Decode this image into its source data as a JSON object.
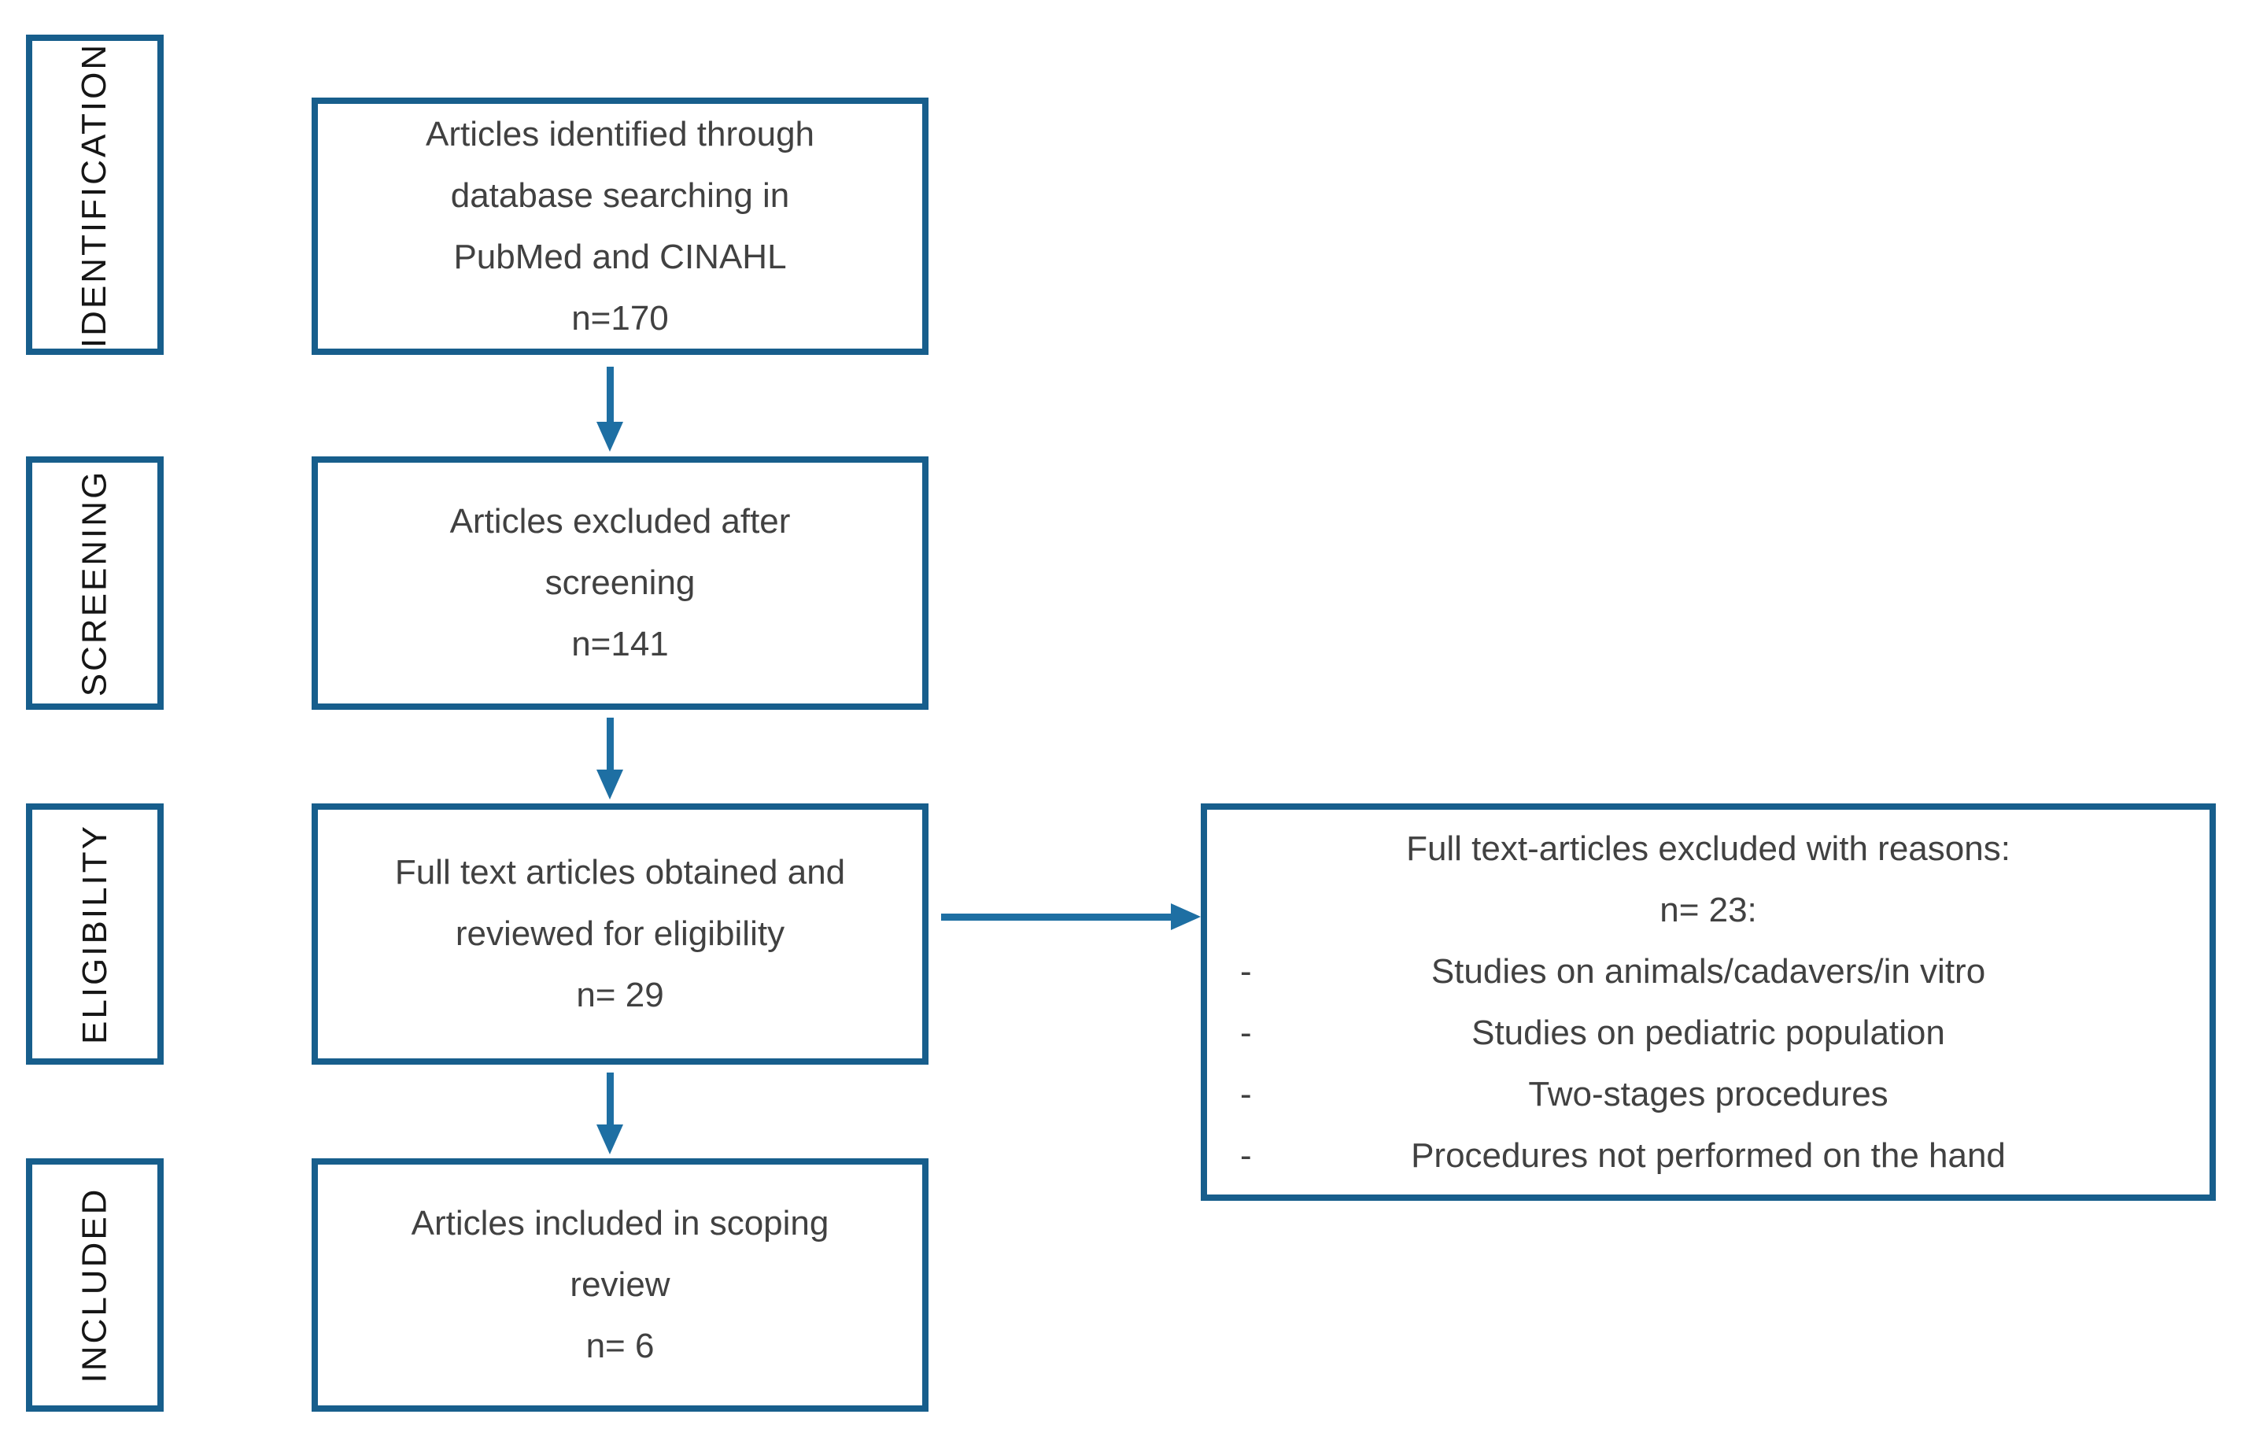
{
  "palette": {
    "border": "#175e8c",
    "arrow": "#1e6fa3",
    "text": "#414141",
    "label_text": "#161616",
    "background": "#ffffff"
  },
  "stages": [
    {
      "label": "IDENTIFICATION",
      "box_lines": [
        "Articles identified through",
        "database searching in",
        "PubMed and CINAHL",
        "n=170"
      ]
    },
    {
      "label": "SCREENING",
      "box_lines": [
        "Articles excluded after",
        "screening",
        "n=141"
      ]
    },
    {
      "label": "ELIGIBILITY",
      "box_lines": [
        "Full text articles obtained and",
        "reviewed for eligibility",
        "n= 29"
      ]
    },
    {
      "label": "INCLUDED",
      "box_lines": [
        "Articles included in scoping",
        "review",
        "n= 6"
      ]
    }
  ],
  "exclusion_box": {
    "title": "Full text-articles excluded with reasons:",
    "count": "n= 23:",
    "bullet": "-",
    "reasons": [
      "Studies on animals/cadavers/in vitro",
      "Studies on pediatric population",
      "Two-stages procedures",
      "Procedures not performed on the hand"
    ]
  }
}
